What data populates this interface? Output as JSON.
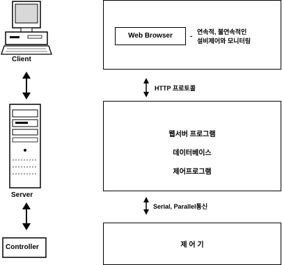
{
  "left": {
    "client_label": "Client",
    "server_label": "Server",
    "controller_label": "Controller"
  },
  "boxes": {
    "top": {
      "browser_label": "Web Browser",
      "dash": "-",
      "note_line1": "연속적, 불연속적인",
      "note_line2": "설비제어와 모니터링"
    },
    "middle": {
      "lines": [
        "웹서버 프로그램",
        "데이터베이스",
        "제어프로그램"
      ]
    },
    "bottom": {
      "label": "제 어 기"
    }
  },
  "links": {
    "http": "HTTP 프로토콜",
    "serial": "Serial, Parallel통신"
  }
}
